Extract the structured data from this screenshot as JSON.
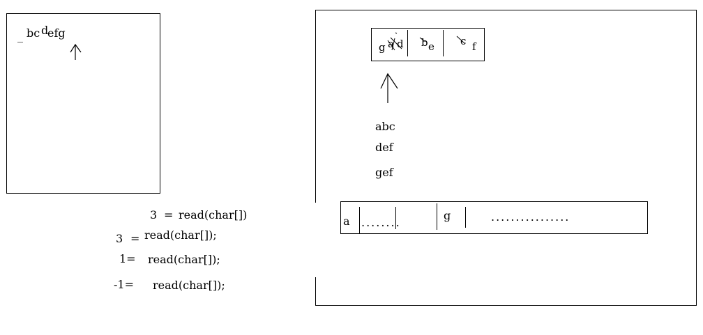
{
  "left_panel": {
    "text_prefix": "_",
    "text_bc": "bc",
    "text_d": "d",
    "text_efg": "efg"
  },
  "read_calls": [
    {
      "ret": "3",
      "eq": "=",
      "call": "read(char[])"
    },
    {
      "ret": "3",
      "eq": "=",
      "call": "read(char[]);"
    },
    {
      "ret": "1=",
      "call": "read(char[]);"
    },
    {
      "ret": "-1=",
      "call": "read(char[]);"
    }
  ],
  "right_panel": {
    "buffer_cells": [
      {
        "new": "g",
        "old": "a",
        "new2": "d"
      },
      {
        "old": "b",
        "new": "e"
      },
      {
        "old": "c",
        "new": "f"
      }
    ],
    "lines": [
      "abc",
      "def",
      "gef"
    ],
    "output": {
      "a": "a",
      "dots1": "........",
      "g": "g",
      "dots2": "................"
    }
  },
  "colors": {
    "stroke": "#000000",
    "background": "#ffffff"
  }
}
